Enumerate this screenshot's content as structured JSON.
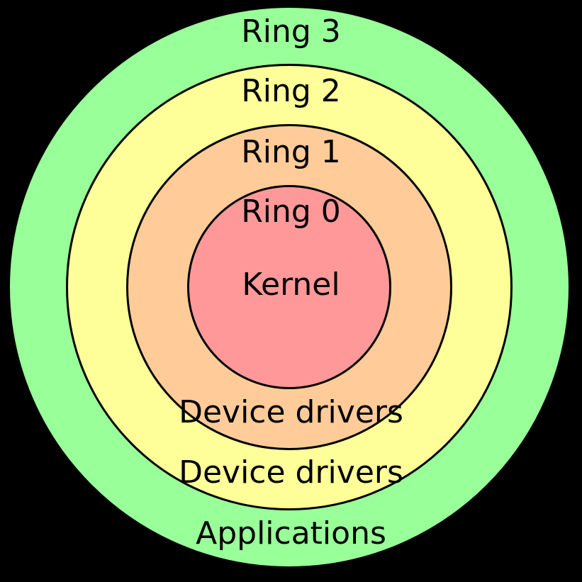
{
  "diagram": {
    "background_color": "#000000",
    "stroke_color": "#000000",
    "text_color": "#000000",
    "rings": [
      {
        "id": "ring-3",
        "label": "Ring 3",
        "color": "#99ff99",
        "caption": "Applications"
      },
      {
        "id": "ring-2",
        "label": "Ring 2",
        "color": "#ffff99",
        "caption": "Device drivers"
      },
      {
        "id": "ring-1",
        "label": "Ring 1",
        "color": "#ffcc99",
        "caption": "Device drivers"
      },
      {
        "id": "ring-0",
        "label": "Ring 0",
        "color": "#ff9999",
        "caption": "Kernel"
      }
    ]
  }
}
